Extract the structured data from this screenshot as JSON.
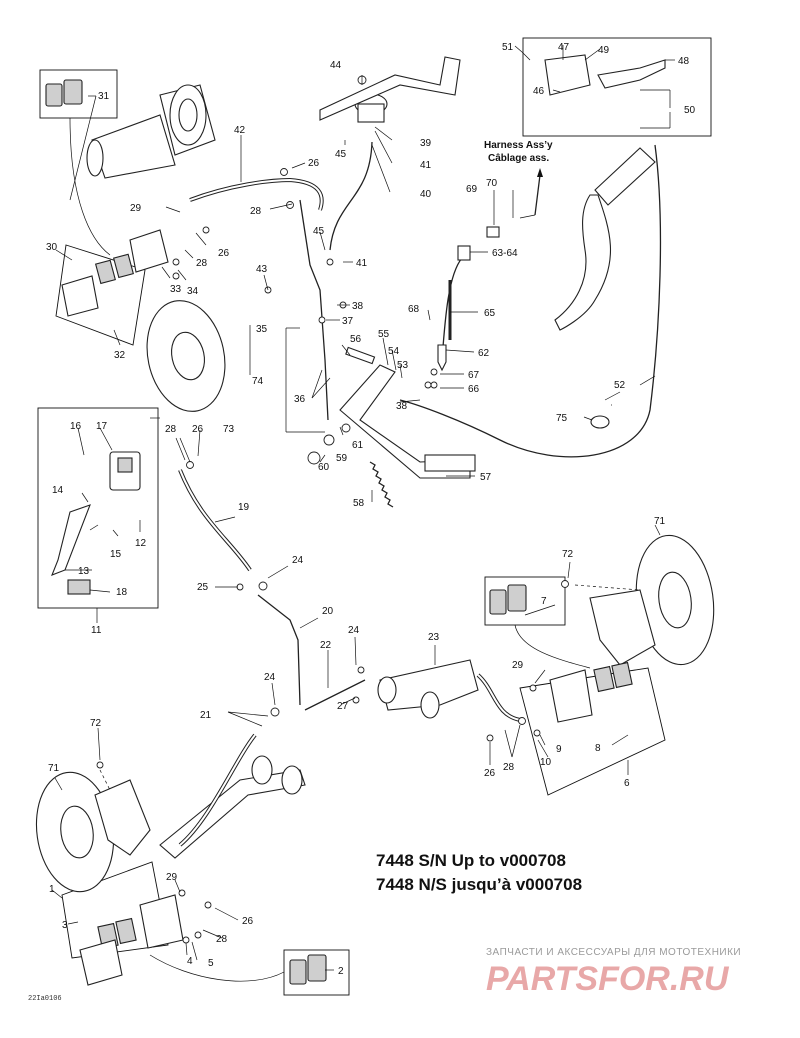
{
  "diagram": {
    "title_line1": "7448 S/N Up to v000708",
    "title_line2": "7448 N/S jusqu’à v000708",
    "harness_en": "Harness Ass’y",
    "harness_fr": "Câblage ass.",
    "ref_code": "22Ia0106",
    "watermark_small": "ЗАПЧАСТИ И АКСЕССУАРЫ ДЛЯ МОТОТЕХНИКИ",
    "watermark_big": "PARTSFOR.RU"
  },
  "callouts": {
    "c1": "1",
    "c2": "2",
    "c3": "3",
    "c4": "4",
    "c5": "5",
    "c6": "6",
    "c7": "7",
    "c8": "8",
    "c9": "9",
    "c10": "10",
    "c11": "11",
    "c12": "12",
    "c13": "13",
    "c14": "14",
    "c15": "15",
    "c16": "16",
    "c17": "17",
    "c18": "18",
    "c19": "19",
    "c20": "20",
    "c21": "21",
    "c22": "22",
    "c23": "23",
    "c24a": "24",
    "c24b": "24",
    "c24c": "24",
    "c25": "25",
    "c26a": "26",
    "c26b": "26",
    "c26c": "26",
    "c26d": "26",
    "c26e": "26",
    "c27": "27",
    "c28a": "28",
    "c28b": "28",
    "c28c": "28",
    "c28d": "28",
    "c28e": "28",
    "c29a": "29",
    "c29b": "29",
    "c29c": "29",
    "c30": "30",
    "c31": "31",
    "c32": "32",
    "c33": "33",
    "c34": "34",
    "c35": "35",
    "c36": "36",
    "c37": "37",
    "c38a": "38",
    "c38b": "38",
    "c39": "39",
    "c40": "40",
    "c41a": "41",
    "c41b": "41",
    "c42": "42",
    "c43": "43",
    "c44": "44",
    "c45a": "45",
    "c45b": "45",
    "c46": "46",
    "c47": "47",
    "c48": "48",
    "c49": "49",
    "c50": "50",
    "c51": "51",
    "c52": "52",
    "c53": "53",
    "c54": "54",
    "c55": "55",
    "c56": "56",
    "c57": "57",
    "c58": "58",
    "c59": "59",
    "c60": "60",
    "c61": "61",
    "c62": "62",
    "c6364": "63-64",
    "c65": "65",
    "c66": "66",
    "c67": "67",
    "c68": "68",
    "c69": "69",
    "c70": "70",
    "c71a": "71",
    "c71b": "71",
    "c72a": "72",
    "c72b": "72",
    "c73": "73",
    "c74": "74",
    "c75": "75"
  }
}
